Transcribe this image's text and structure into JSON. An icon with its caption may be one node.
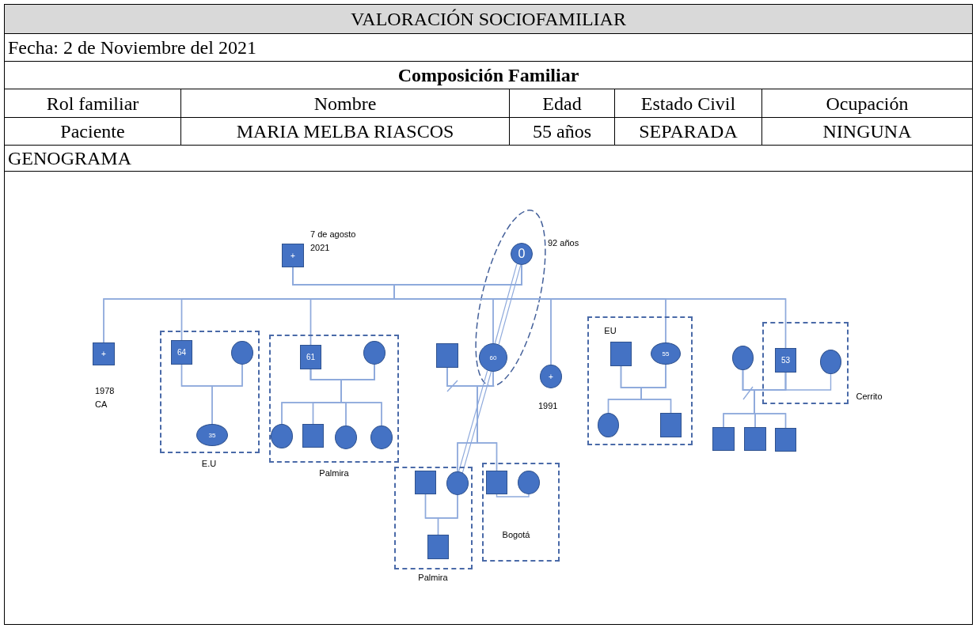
{
  "diagram": {
    "nodes": [
      {
        "text": [
          "+"
        ],
        "beside": [
          "7 de agosto 2021"
        ]
      },
      {
        "text": [
          "0"
        ],
        "beside": [
          "92 años"
        ]
      },
      {
        "text": [
          "+"
        ],
        "beside": [
          "1978 CA"
        ]
      },
      {
        "text": [
          "E.U"
        ]
      },
      {
        "text": [
          "64"
        ],
        "in": 3
      },
      {
        "text": [],
        "shape": "circle",
        "in": 3
      },
      {
        "text": [
          "35"
        ],
        "in": 3
      },
      {
        "text": [
          "Palmira"
        ]
      },
      {
        "text": [
          "61"
        ],
        "in": 7
      },
      {
        "text": [],
        "shape": "circle",
        "in": 7
      },
      {
        "text": [],
        "shape": "circle",
        "in": 7
      },
      {
        "text": [],
        "shape": "box",
        "in": 7
      },
      {
        "text": [],
        "shape": "circle",
        "in": 7
      },
      {
        "text": [],
        "shape": "circle",
        "in": 7
      },
      {
        "text": [],
        "shape": "box"
      },
      {
        "text": [
          "60"
        ]
      },
      {
        "text": [
          "Palmira"
        ]
      },
      {
        "text": [],
        "shape": "box",
        "in": 16
      },
      {
        "text": [],
        "shape": "circle",
        "in": 16
      },
      {
        "text": [],
        "shape": "box",
        "in": 16
      },
      {
        "text": [
          "Bogotá"
        ]
      },
      {
        "text": [],
        "shape": "box",
        "in": 20
      },
      {
        "text": [],
        "shape": "circle",
        "in": 20
      },
      {
        "text": [
          "+"
        ],
        "beside": [
          "1991"
        ]
      },
      {
        "text": [
          "EU"
        ]
      },
      {
        "text": [],
        "shape": "box",
        "in": 24
      },
      {
        "text": [
          "55"
        ],
        "in": 24
      },
      {
        "text": [],
        "shape": "circle",
        "in": 24
      },
      {
        "text": [],
        "shape": "box",
        "in": 24
      },
      {
        "text": [],
        "shape": "circle"
      },
      {
        "text": [
          "Cerrito"
        ]
      },
      {
        "text": [
          "53"
        ],
        "in": 30
      },
      {
        "text": [],
        "shape": "circle",
        "in": 30
      },
      {
        "text": [],
        "shape": "box"
      },
      {
        "text": [],
        "shape": "box"
      },
      {
        "text": [],
        "shape": "box"
      }
    ],
    "edges": [
      {
        "from": 0,
        "to": 1,
        "arrow": "none"
      },
      {
        "from": 0,
        "to": 2,
        "arrow": "none"
      },
      {
        "from": 0,
        "to": 4,
        "arrow": "none"
      },
      {
        "from": 0,
        "to": 8,
        "arrow": "none"
      },
      {
        "from": 0,
        "to": 15,
        "arrow": "none"
      },
      {
        "from": 0,
        "to": 23,
        "arrow": "none"
      },
      {
        "from": 0,
        "to": 26,
        "arrow": "none"
      },
      {
        "from": 0,
        "to": 31,
        "arrow": "none"
      },
      {
        "from": 1,
        "to": 2,
        "arrow": "none"
      },
      {
        "from": 1,
        "to": 4,
        "arrow": "none"
      },
      {
        "from": 1,
        "to": 8,
        "arrow": "none"
      },
      {
        "from": 1,
        "to": 15,
        "arrow": "none"
      },
      {
        "from": 1,
        "to": 23,
        "arrow": "none"
      },
      {
        "from": 1,
        "to": 26,
        "arrow": "none"
      },
      {
        "from": 1,
        "to": 31,
        "arrow": "none"
      },
      {
        "from": 1,
        "to": 15,
        "arrow": "none"
      },
      {
        "from": 4,
        "to": 5,
        "arrow": "none"
      },
      {
        "from": 4,
        "to": 6,
        "arrow": "none"
      },
      {
        "from": 5,
        "to": 6,
        "arrow": "none"
      },
      {
        "from": 8,
        "to": 9,
        "arrow": "none"
      },
      {
        "from": 8,
        "to": 10,
        "arrow": "none"
      },
      {
        "from": 8,
        "to": 11,
        "arrow": "none"
      },
      {
        "from": 8,
        "to": 12,
        "arrow": "none"
      },
      {
        "from": 8,
        "to": 13,
        "arrow": "none"
      },
      {
        "from": 9,
        "to": 10,
        "arrow": "none"
      },
      {
        "from": 9,
        "to": 11,
        "arrow": "none"
      },
      {
        "from": 9,
        "to": 12,
        "arrow": "none"
      },
      {
        "from": 9,
        "to": 13,
        "arrow": "none"
      },
      {
        "from": 14,
        "to": 15,
        "arrow": "none"
      },
      {
        "from": 14,
        "to": 18,
        "arrow": "none"
      },
      {
        "from": 14,
        "to": 21,
        "arrow": "none"
      },
      {
        "from": 15,
        "to": 18,
        "arrow": "none"
      },
      {
        "from": 15,
        "to": 21,
        "arrow": "none"
      },
      {
        "from": 15,
        "to": 18,
        "arrow": "none"
      },
      {
        "from": 17,
        "to": 18,
        "arrow": "none"
      },
      {
        "from": 17,
        "to": 19,
        "arrow": "none"
      },
      {
        "from": 18,
        "to": 19,
        "arrow": "none"
      },
      {
        "from": 21,
        "to": 22,
        "arrow": "none"
      },
      {
        "from": 25,
        "to": 26,
        "arrow": "none"
      },
      {
        "from": 25,
        "to": 27,
        "arrow": "none"
      },
      {
        "from": 25,
        "to": 28,
        "arrow": "none"
      },
      {
        "from": 26,
        "to": 27,
        "arrow": "none"
      },
      {
        "from": 26,
        "to": 28,
        "arrow": "none"
      },
      {
        "from": 29,
        "to": 31,
        "arrow": "none"
      },
      {
        "from": 31,
        "to": 32,
        "arrow": "none"
      },
      {
        "from": 29,
        "to": 33,
        "arrow": "none"
      },
      {
        "from": 29,
        "to": 34,
        "arrow": "none"
      },
      {
        "from": 29,
        "to": 35,
        "arrow": "none"
      },
      {
        "from": 31,
        "to": 33,
        "arrow": "none"
      },
      {
        "from": 31,
        "to": 34,
        "arrow": "none"
      },
      {
        "from": 31,
        "to": 35,
        "arrow": "none"
      }
    ],
    "labels": [
      "VALORACIÓN SOCIOFAMILIAR",
      "Fecha: 2 de Noviembre del 2021",
      "Composición Familiar",
      "Rol familiar",
      "Nombre",
      "Edad",
      "Estado Civil",
      "Ocupación",
      "Paciente",
      "MARIA MELBA RIASCOS",
      "55 años",
      "SEPARADA",
      "NINGUNA",
      "GENOGRAMA"
    ]
  }
}
